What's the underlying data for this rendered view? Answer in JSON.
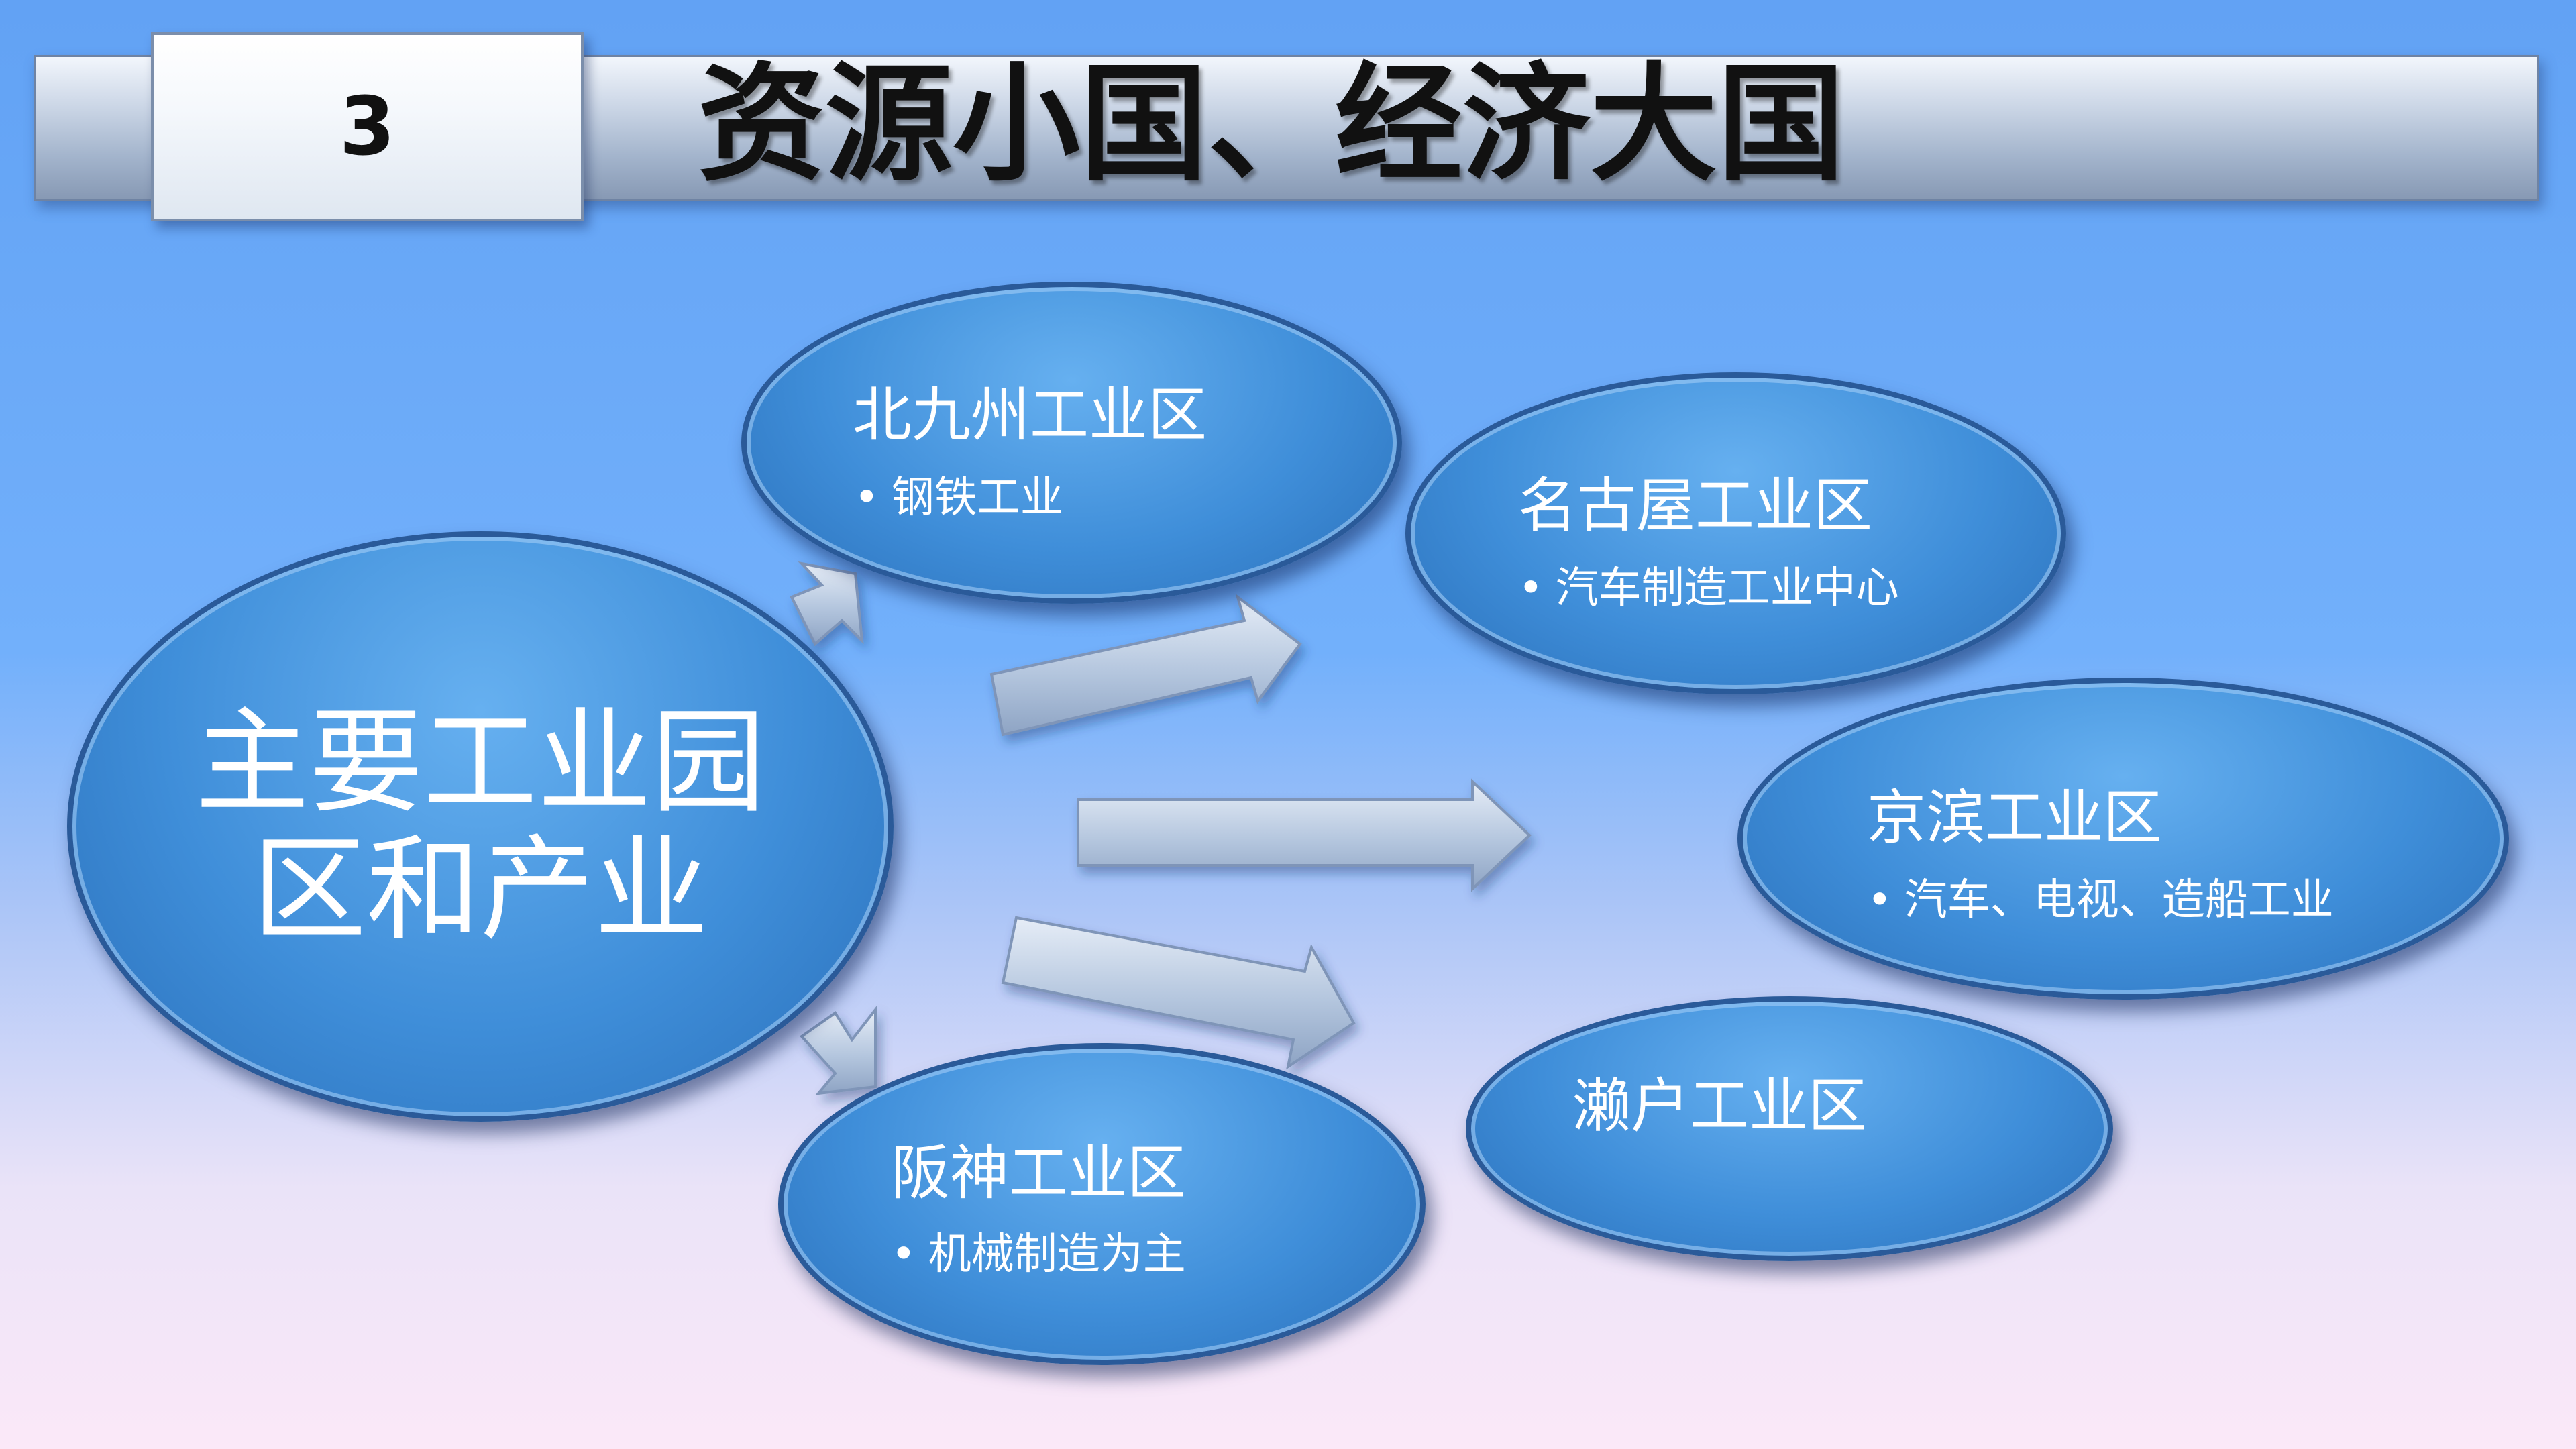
{
  "header": {
    "number": "3",
    "title": "资源小国、经济大国"
  },
  "center": {
    "label": "主要工业园区和产业"
  },
  "regions": [
    {
      "name": "北九州工业区",
      "bullet": "钢铁工业"
    },
    {
      "name": "名古屋工业区",
      "bullet": "汽车制造工业中心"
    },
    {
      "name": "京滨工业区",
      "bullet": "汽车、电视、造船工业"
    },
    {
      "name": "濑户工业区",
      "bullet": ""
    },
    {
      "name": "阪神工业区",
      "bullet": "机械制造为主"
    }
  ],
  "colors": {
    "oval_fill": "#3f8ed9",
    "oval_border": "#2a5a99",
    "arrow_fill": "#b4c6de",
    "background_top": "#62a2f4",
    "background_bottom": "#fbe8f8"
  }
}
